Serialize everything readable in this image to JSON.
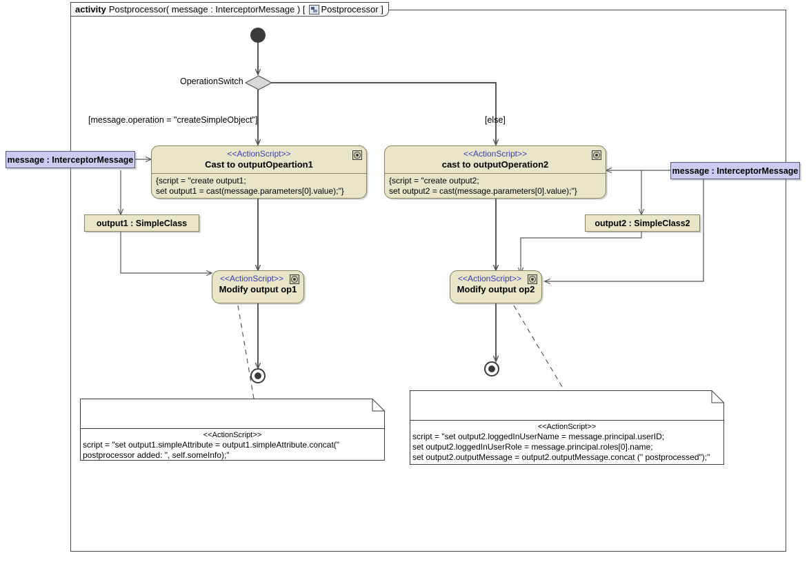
{
  "frame": {
    "keyword": "activity",
    "signature": "Postprocessor( message : InterceptorMessage ) [",
    "icon": "class-diagram-icon",
    "classifier": "Postprocessor ]"
  },
  "decision": {
    "label": "OperationSwitch",
    "guard_left": "[message.operation = \"createSimpleObject\"]",
    "guard_right": "[else]"
  },
  "actions": [
    {
      "id": "cast-op1",
      "stereotype": "<<ActionScript>>",
      "name": "Cast to outputOpeartion1",
      "body": [
        "{script = \"create output1;",
        "set output1 = cast(message.parameters[0].value);\"}"
      ]
    },
    {
      "id": "cast-op2",
      "stereotype": "<<ActionScript>>",
      "name": "cast to outputOperation2",
      "body": [
        "{script = \"create output2;",
        "set output2 = cast(message.parameters[0].value);\"}"
      ]
    },
    {
      "id": "modify-op1",
      "stereotype": "<<ActionScript>>",
      "name": "Modify output op1"
    },
    {
      "id": "modify-op2",
      "stereotype": "<<ActionScript>>",
      "name": "Modify output op2"
    }
  ],
  "object_nodes": {
    "output1": "output1 : SimpleClass",
    "output2": "output2 : SimpleClass2",
    "message_left": "message : InterceptorMessage",
    "message_right": "message : InterceptorMessage"
  },
  "notes": [
    {
      "id": "note-op1",
      "stereotype": "<<ActionScript>>",
      "lines": [
        "script = \"set output1.simpleAttribute = output1.simpleAttribute.concat(\"",
        "postprocessor added: \", self.someInfo);\""
      ]
    },
    {
      "id": "note-op2",
      "stereotype": "<<ActionScript>>",
      "lines": [
        "script = \"set output2.loggedInUserName = message.principal.userID;",
        "set output2.loggedInUserRole = message.principal.roles[0].name;",
        "set output2.outputMessage = output2.outputMessage.concat (\" postprocessed\");\""
      ]
    }
  ],
  "colors": {
    "action_fill": "#e8e5c8",
    "action_stroke": "#85815c",
    "pin_fill": "#ccccf2",
    "stereotype_text": "#3b3bb0",
    "edge": "#555555",
    "frame_stroke": "#4a4a4a"
  }
}
